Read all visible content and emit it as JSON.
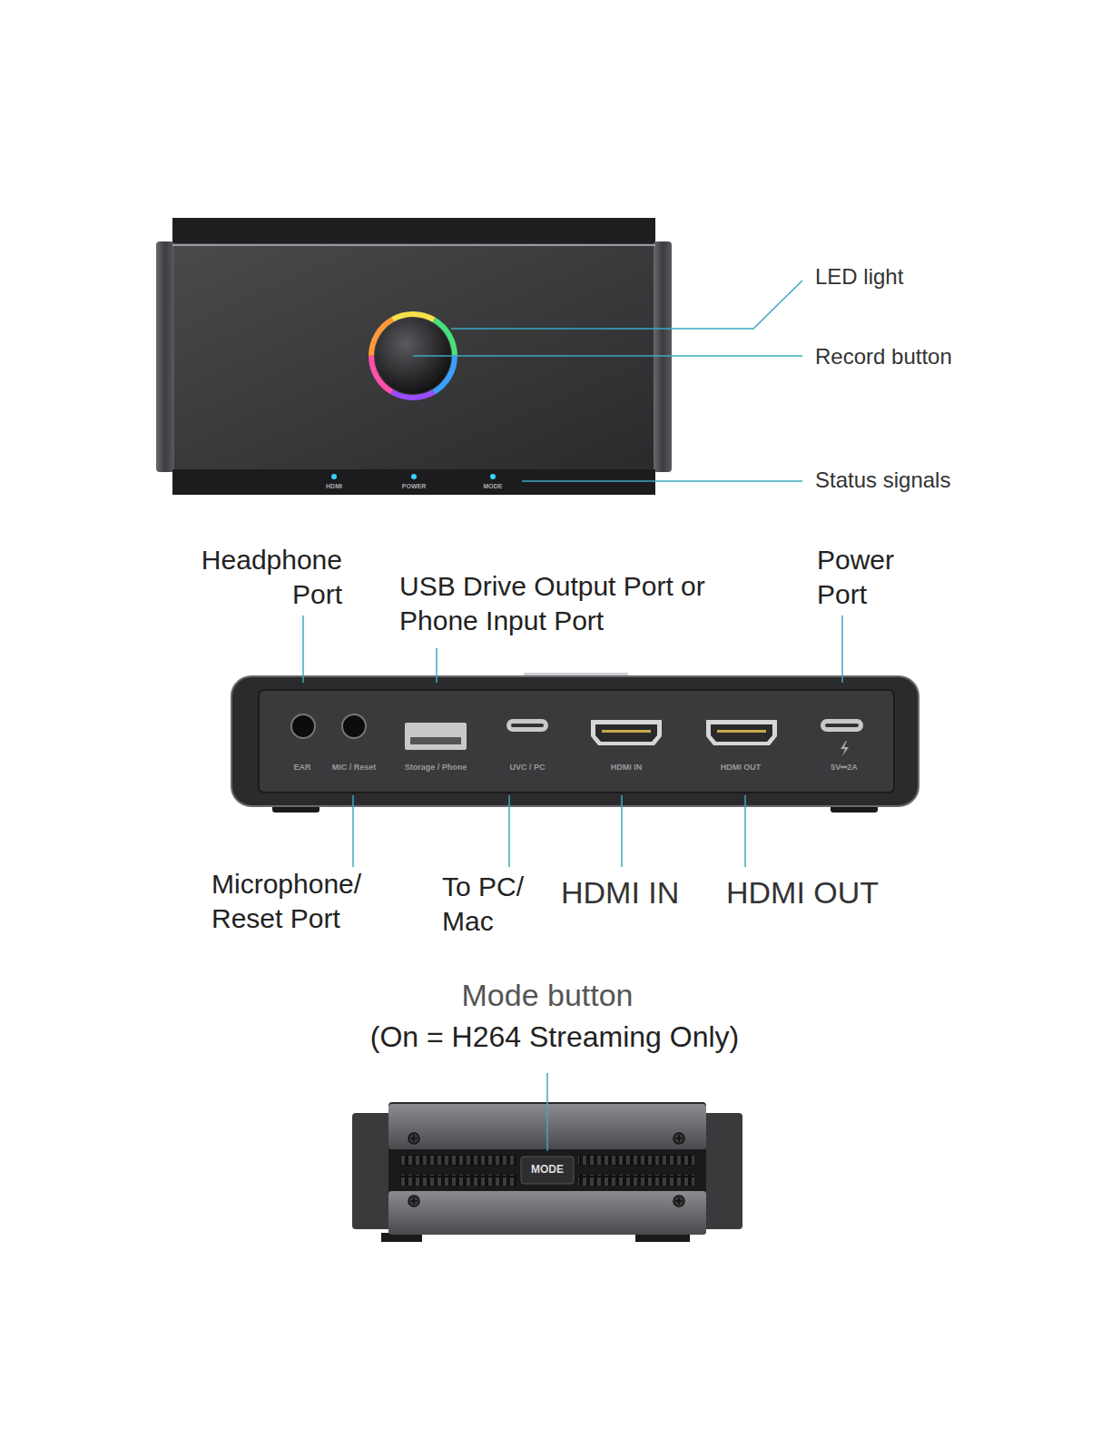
{
  "diagram": {
    "labels": [
      "LED light",
      "Record button",
      "HDMI",
      "POWER",
      "MODE",
      "Status signals",
      "Headphone Port",
      "USB Drive Output Port or Phone Input Port",
      "Power Port",
      "EAR",
      "MIC / Reset",
      "Storage / Phone",
      "UVC / PC",
      "HDMI IN",
      "HDMI OUT",
      "5V⎓2A",
      "Microphone/ Reset Port",
      "To PC/ Mac",
      "HDMI IN",
      "HDMI OUT",
      "Mode button",
      "(On = H264 Streaming Only)",
      "MODE"
    ]
  }
}
